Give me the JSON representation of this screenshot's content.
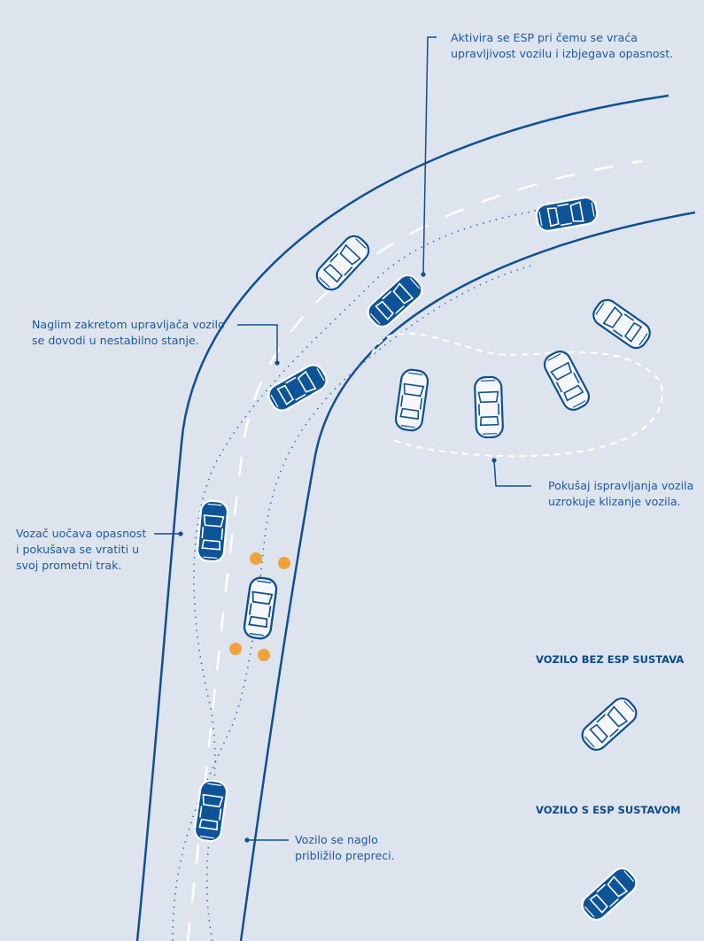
{
  "colors": {
    "background": "#dde4ee",
    "road_line": "#114f93",
    "car_with_esp": "#0d5398",
    "car_without_esp_fill": "#f5f7fb",
    "path_dots": "#3a6fb0",
    "warning_indicator": "#f2a23a"
  },
  "callouts": {
    "esp_activates": "Aktivira se ESP pri čemu se vraća\nupravljivost vozilu i izbjegava opasnost.",
    "sharp_steering": "Naglim zakretom upravljača vozilo\nse dovodi u nestabilno stanje.",
    "driver_notices": "Vozač uočava opasnost\ni pokušava se vratiti u\nsvoj prometni trak.",
    "correction_attempt": "Pokušaj ispravljanja vozila\nuzrokuje klizanje vozila.",
    "approaching_obstacle": "Vozilo se naglo\npribližilo prepreci."
  },
  "legend": {
    "without_esp": "VOZILO BEZ ESP SUSTAVA",
    "with_esp": "VOZILO S ESP SUSTAVOM"
  }
}
